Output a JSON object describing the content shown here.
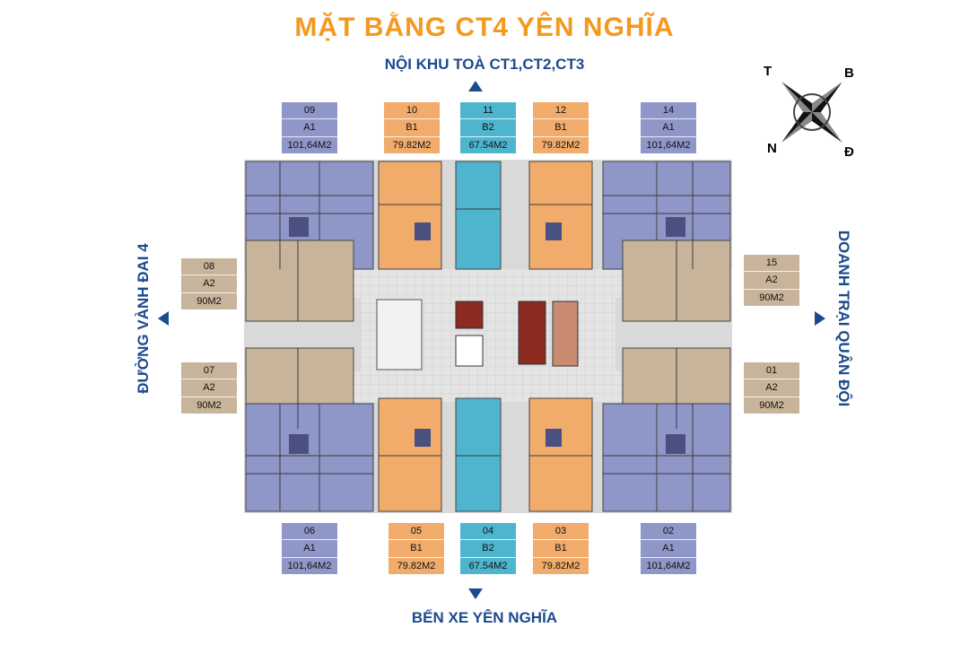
{
  "title": "MẶT BẰNG CT4 YÊN NGHĨA",
  "subtitle": "NỘI KHU TOÀ CT1,CT2,CT3",
  "bottom_label": "BẾN XE YÊN NGHĨA",
  "left_label": "ĐƯỜNG VÀNH ĐAI 4",
  "right_label": "DOANH TRẠI QUÂN ĐỘI",
  "compass": {
    "t": "T",
    "b": "B",
    "n": "N",
    "d": "Đ"
  },
  "colors": {
    "A1": "#8e97c8",
    "A2": "#c8b49b",
    "B1": "#f1ac6c",
    "B2": "#4fb5cf",
    "title": "#f39a1e",
    "label": "#1c4a8f"
  },
  "units": {
    "u09": {
      "no": "09",
      "type": "A1",
      "area": "101,64M2"
    },
    "u10": {
      "no": "10",
      "type": "B1",
      "area": "79.82M2"
    },
    "u11": {
      "no": "11",
      "type": "B2",
      "area": "67.54M2"
    },
    "u12": {
      "no": "12",
      "type": "B1",
      "area": "79.82M2"
    },
    "u14": {
      "no": "14",
      "type": "A1",
      "area": "101,64M2"
    },
    "u08": {
      "no": "08",
      "type": "A2",
      "area": "90M2"
    },
    "u07": {
      "no": "07",
      "type": "A2",
      "area": "90M2"
    },
    "u15": {
      "no": "15",
      "type": "A2",
      "area": "90M2"
    },
    "u01": {
      "no": "01",
      "type": "A2",
      "area": "90M2"
    },
    "u06": {
      "no": "06",
      "type": "A1",
      "area": "101,64M2"
    },
    "u05": {
      "no": "05",
      "type": "B1",
      "area": "79.82M2"
    },
    "u04": {
      "no": "04",
      "type": "B2",
      "area": "67.54M2"
    },
    "u03": {
      "no": "03",
      "type": "B1",
      "area": "79.82M2"
    },
    "u02": {
      "no": "02",
      "type": "A1",
      "area": "101,64M2"
    }
  }
}
